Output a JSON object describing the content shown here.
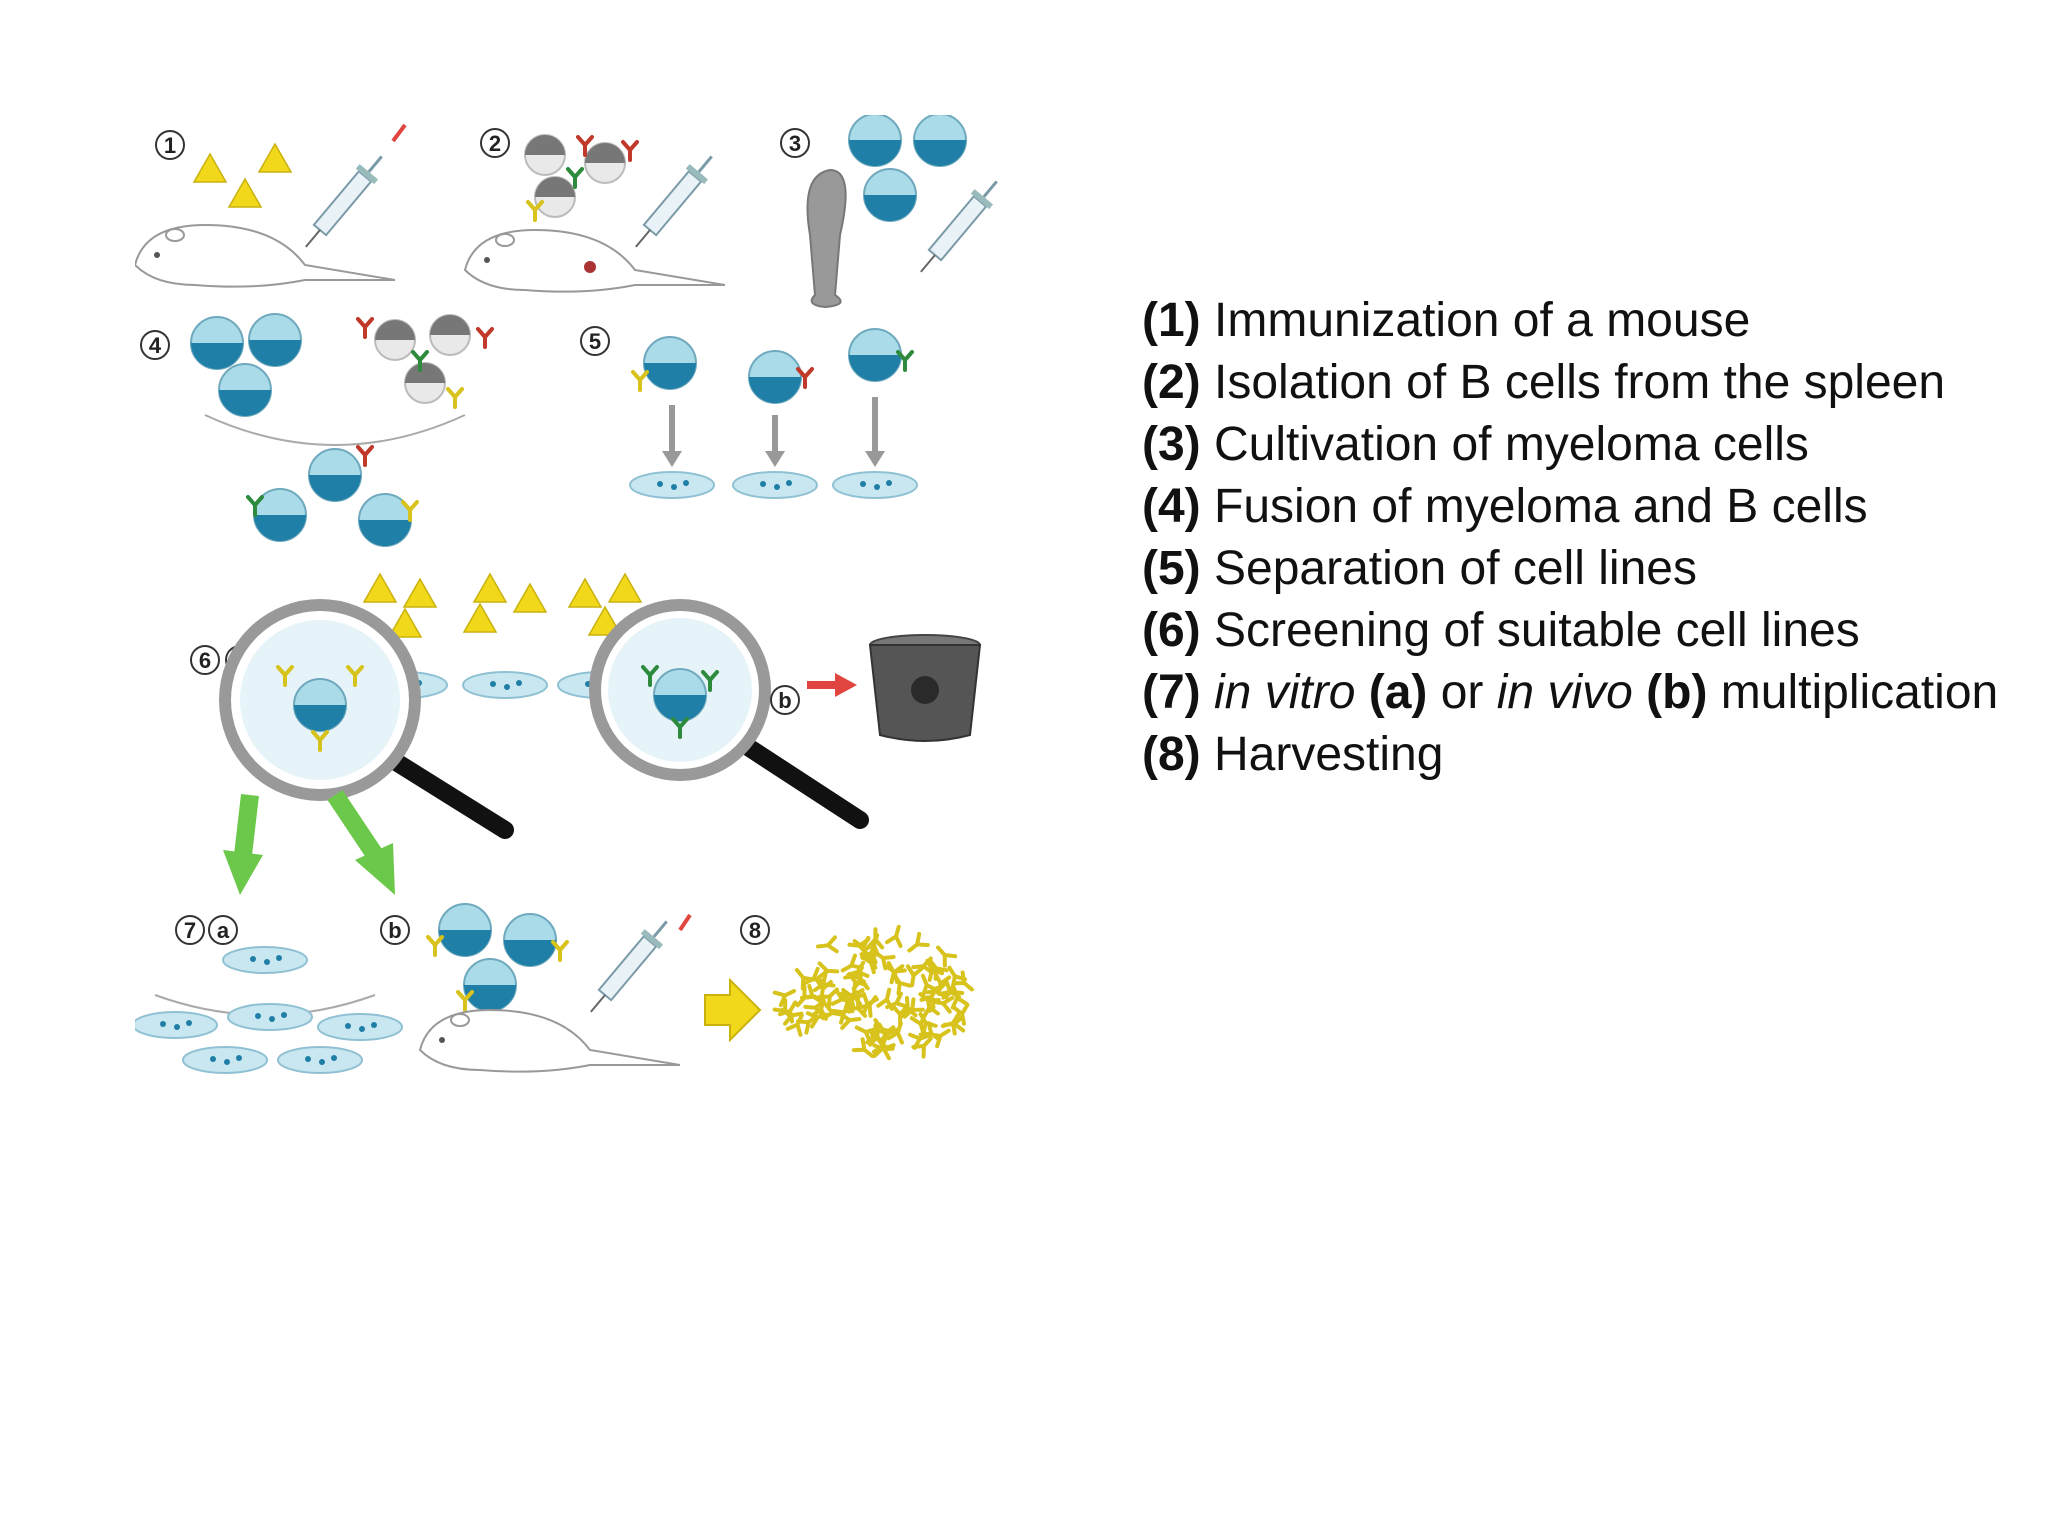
{
  "figure": {
    "step_markers": [
      "1",
      "2",
      "3",
      "4",
      "5",
      "6",
      "7",
      "8"
    ],
    "sub_markers": {
      "six_a": "a",
      "six_b": "b",
      "seven_a": "a",
      "seven_b": "b"
    }
  },
  "legend": {
    "s1": {
      "num": "(1)",
      "text": " Immunization of a mouse"
    },
    "s2": {
      "num": "(2)",
      "text": " Isolation of B cells from the spleen"
    },
    "s3": {
      "num": "(3)",
      "text": " Cultivation of myeloma cells"
    },
    "s4": {
      "num": "(4)",
      "text": " Fusion of myeloma and B cells"
    },
    "s5": {
      "num": "(5)",
      "text": " Separation of cell lines"
    },
    "s6": {
      "num": "(6)",
      "text": " Screening of suitable cell lines"
    },
    "s7": {
      "num": "(7)",
      "p1": " in vitro",
      "p2": " (a)",
      "p3": " or ",
      "p4": "in vivo",
      "p5": " (b)",
      "p6": " multiplication"
    },
    "s8": {
      "num": "(8)",
      "text": " Harvesting"
    }
  },
  "colors": {
    "antigen": "#f2d81a",
    "cell_light": "#a9dbe8",
    "cell_dark": "#1f7fa6",
    "bcell": "#777777",
    "antibody_red": "#c0392b",
    "antibody_green": "#2e8b3e",
    "antibody_yellow": "#d8c21c",
    "arrow_green": "#6cc84b",
    "arrow_red": "#e0463f",
    "dish": "#c9e7f1",
    "bin": "#555555"
  }
}
